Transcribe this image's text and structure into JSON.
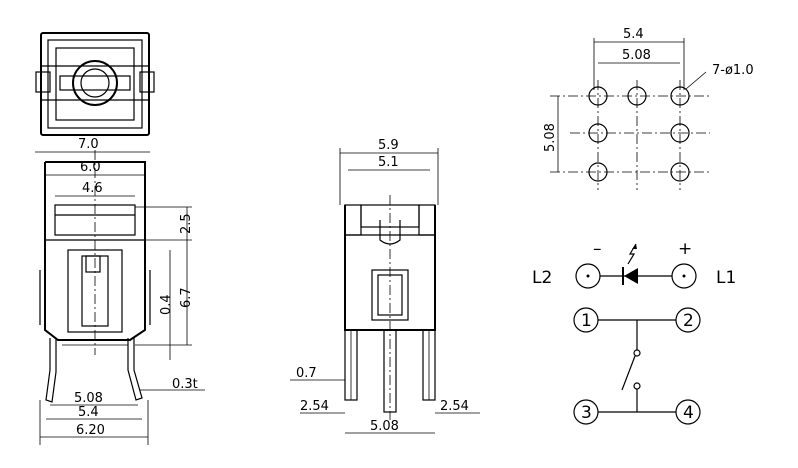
{
  "front_view": {
    "width_7_0": "7.0",
    "width_6_0": "6.0",
    "width_4_6": "4.6",
    "height_2_5": "2.5",
    "height_0_4": "0.4",
    "height_6_7": "6.7",
    "thickness": "0.3t",
    "pitch_5_08": "5.08",
    "pitch_5_4": "5.4",
    "width_6_20": "6.20"
  },
  "side_view": {
    "width_5_9": "5.9",
    "width_5_1": "5.1",
    "pin_0_7": "0.7",
    "offset_left": "2.54",
    "offset_right": "2.54",
    "pitch_5_08": "5.08"
  },
  "pcb_layout": {
    "pitch_5_4": "5.4",
    "pitch_5_08": "5.08",
    "holes_note": "7-ø1.0",
    "vertical_5_08": "5.08"
  },
  "schematic": {
    "minus": "–",
    "plus": "+",
    "l2": "L2",
    "l1": "L1",
    "pin1": "1",
    "pin2": "2",
    "pin3": "3",
    "pin4": "4"
  }
}
